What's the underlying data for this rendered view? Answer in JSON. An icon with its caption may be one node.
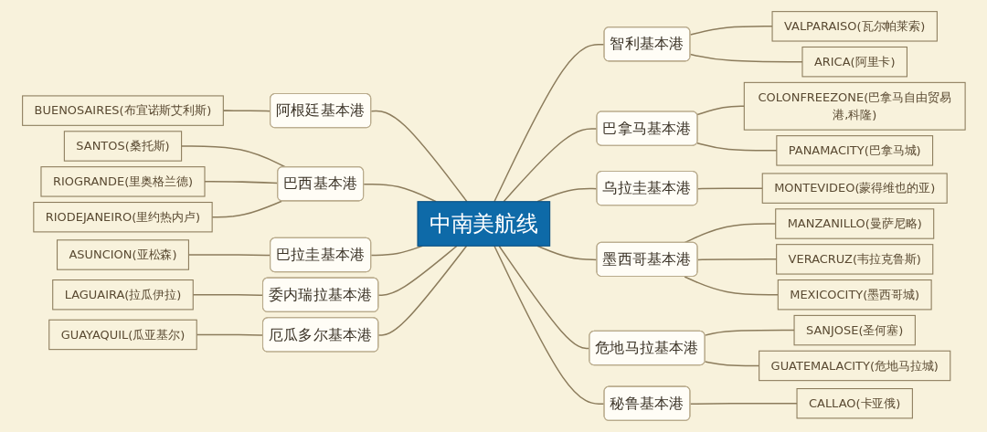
{
  "diagram": {
    "nodes": [
      {
        "text": [
          "中南美航线"
        ]
      },
      {
        "text": [
          "阿根廷基本港"
        ]
      },
      {
        "text": [
          "BUENOSAIRES(布宜诺斯艾利斯)"
        ]
      },
      {
        "text": [
          "巴西基本港"
        ]
      },
      {
        "text": [
          "SANTOS(桑托斯)"
        ]
      },
      {
        "text": [
          "RIOGRANDE(里奥格兰德)"
        ]
      },
      {
        "text": [
          "RIODEJANEIRO(里约热内卢)"
        ]
      },
      {
        "text": [
          "巴拉圭基本港"
        ]
      },
      {
        "text": [
          "ASUNCION(亚松森)"
        ]
      },
      {
        "text": [
          "委内瑞拉基本港"
        ]
      },
      {
        "text": [
          "LAGUAIRA(拉瓜伊拉)"
        ]
      },
      {
        "text": [
          "厄瓜多尔基本港"
        ]
      },
      {
        "text": [
          "GUAYAQUIL(瓜亚基尔)"
        ]
      },
      {
        "text": [
          "智利基本港"
        ]
      },
      {
        "text": [
          "VALPARAISO(瓦尔帕莱索)"
        ]
      },
      {
        "text": [
          "ARICA(阿里卡)"
        ]
      },
      {
        "text": [
          "巴拿马基本港"
        ]
      },
      {
        "text": [
          "COLONFREEZONE(巴拿马自由贸易港,科隆)"
        ]
      },
      {
        "text": [
          "PANAMACITY(巴拿马城)"
        ]
      },
      {
        "text": [
          "乌拉圭基本港"
        ]
      },
      {
        "text": [
          "MONTEVIDEO(蒙得维也的亚)"
        ]
      },
      {
        "text": [
          "墨西哥基本港"
        ]
      },
      {
        "text": [
          "MANZANILLO(曼萨尼略)"
        ]
      },
      {
        "text": [
          "VERACRUZ(韦拉克鲁斯)"
        ]
      },
      {
        "text": [
          "MEXICOCITY(墨西哥城)"
        ]
      },
      {
        "text": [
          "危地马拉基本港"
        ]
      },
      {
        "text": [
          "SANJOSE(圣何塞)"
        ]
      },
      {
        "text": [
          "GUATEMALACITY(危地马拉城)"
        ]
      },
      {
        "text": [
          "秘鲁基本港"
        ]
      },
      {
        "text": [
          "CALLAO(卡亚俄)"
        ]
      }
    ],
    "edges": [
      {
        "from": 2,
        "to": 1,
        "arrow": "none"
      },
      {
        "from": 1,
        "to": 0,
        "arrow": "none"
      },
      {
        "from": 4,
        "to": 3,
        "arrow": "none"
      },
      {
        "from": 5,
        "to": 3,
        "arrow": "none"
      },
      {
        "from": 6,
        "to": 3,
        "arrow": "none"
      },
      {
        "from": 3,
        "to": 0,
        "arrow": "none"
      },
      {
        "from": 8,
        "to": 7,
        "arrow": "none"
      },
      {
        "from": 7,
        "to": 0,
        "arrow": "none"
      },
      {
        "from": 10,
        "to": 9,
        "arrow": "none"
      },
      {
        "from": 9,
        "to": 0,
        "arrow": "none"
      },
      {
        "from": 12,
        "to": 11,
        "arrow": "none"
      },
      {
        "from": 11,
        "to": 0,
        "arrow": "none"
      },
      {
        "from": 0,
        "to": 13,
        "arrow": "none"
      },
      {
        "from": 13,
        "to": 14,
        "arrow": "none"
      },
      {
        "from": 13,
        "to": 15,
        "arrow": "none"
      },
      {
        "from": 0,
        "to": 16,
        "arrow": "none"
      },
      {
        "from": 16,
        "to": 17,
        "arrow": "none"
      },
      {
        "from": 16,
        "to": 18,
        "arrow": "none"
      },
      {
        "from": 0,
        "to": 19,
        "arrow": "none"
      },
      {
        "from": 19,
        "to": 20,
        "arrow": "none"
      },
      {
        "from": 0,
        "to": 21,
        "arrow": "none"
      },
      {
        "from": 21,
        "to": 22,
        "arrow": "none"
      },
      {
        "from": 21,
        "to": 23,
        "arrow": "none"
      },
      {
        "from": 21,
        "to": 24,
        "arrow": "none"
      },
      {
        "from": 0,
        "to": 25,
        "arrow": "none"
      },
      {
        "from": 25,
        "to": 26,
        "arrow": "none"
      },
      {
        "from": 25,
        "to": 27,
        "arrow": "none"
      },
      {
        "from": 0,
        "to": 28,
        "arrow": "none"
      },
      {
        "from": 28,
        "to": 29,
        "arrow": "none"
      }
    ]
  }
}
